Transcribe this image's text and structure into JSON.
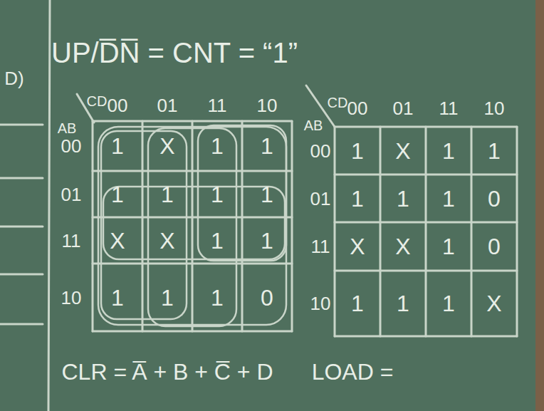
{
  "diagram": {
    "labels": [
      "UP/D̅N̅ = CNT = “1”",
      "D)",
      "CD",
      "AB",
      "00",
      "01",
      "11",
      "10",
      "00",
      "01",
      "11",
      "10",
      "1",
      "X",
      "1",
      "1",
      "1",
      "1",
      "1",
      "1",
      "X",
      "X",
      "1",
      "1",
      "1",
      "1",
      "1",
      "0",
      "CD",
      "AB",
      "00",
      "01",
      "11",
      "10",
      "00",
      "01",
      "11",
      "10",
      "1",
      "X",
      "1",
      "1",
      "1",
      "1",
      "1",
      "0",
      "X",
      "X",
      "1",
      "0",
      "1",
      "1",
      "1",
      "X",
      "CLR = A̅ + B + C̅ + D",
      "LOAD ="
    ]
  }
}
